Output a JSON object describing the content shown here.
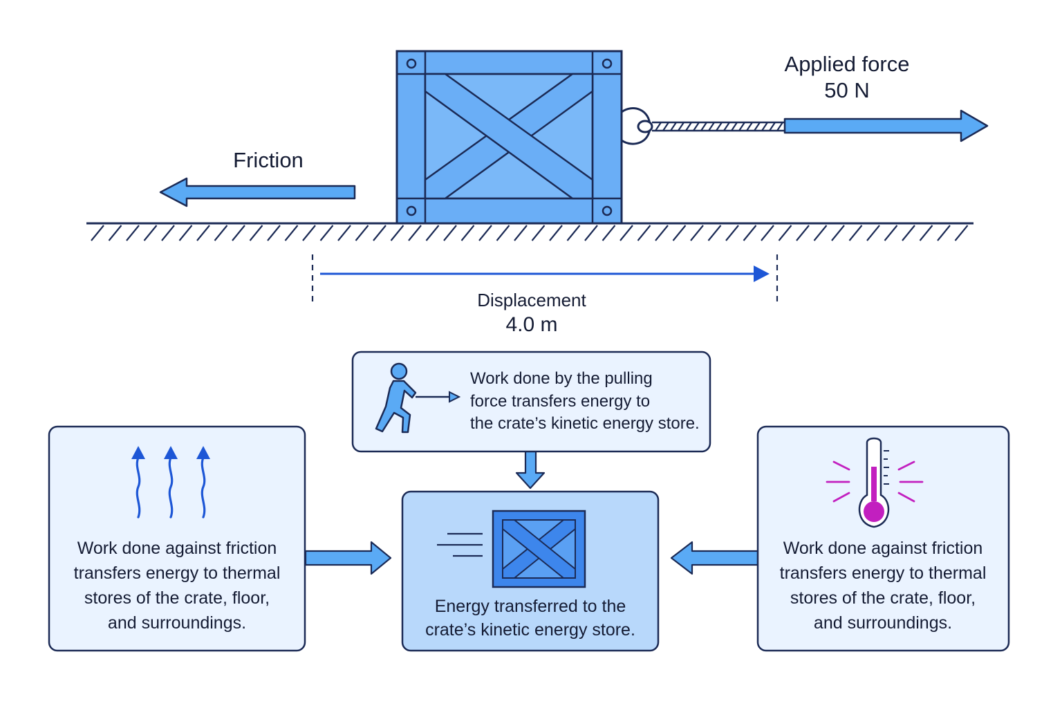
{
  "forces": {
    "applied": {
      "label": "Applied force",
      "value": "50 N"
    },
    "friction": {
      "label": "Friction"
    }
  },
  "displacement": {
    "label": "Displacement",
    "value": "4.0 m"
  },
  "boxes": {
    "pulling": {
      "icon": "person-pulling-icon",
      "lines": [
        "Work done by the pulling",
        "force transfers energy to",
        "the crate’s kinetic energy store."
      ]
    },
    "kinetic": {
      "icon": "moving-crate-icon",
      "lines": [
        "Energy transferred to the",
        "crate’s kinetic energy store."
      ]
    },
    "thermal_left": {
      "icon": "heat-waves-icon",
      "lines": [
        "Work done against friction",
        "transfers energy to thermal",
        "stores of the crate, floor,",
        "and surroundings."
      ]
    },
    "thermal_right": {
      "icon": "thermometer-icon",
      "lines": [
        "Work done against friction",
        "transfers energy to thermal",
        "stores of the crate, floor,",
        "and surroundings."
      ]
    }
  },
  "colors": {
    "crate": "#6aaef6",
    "outline": "#1b2a55",
    "arrow": "#5aaaf5",
    "displacement": "#1d56d6",
    "box_bg": "#eaf3ff",
    "box_center_bg": "#b8d8fb",
    "heat": "#1d56d6",
    "thermometer": "#c21fbf"
  }
}
